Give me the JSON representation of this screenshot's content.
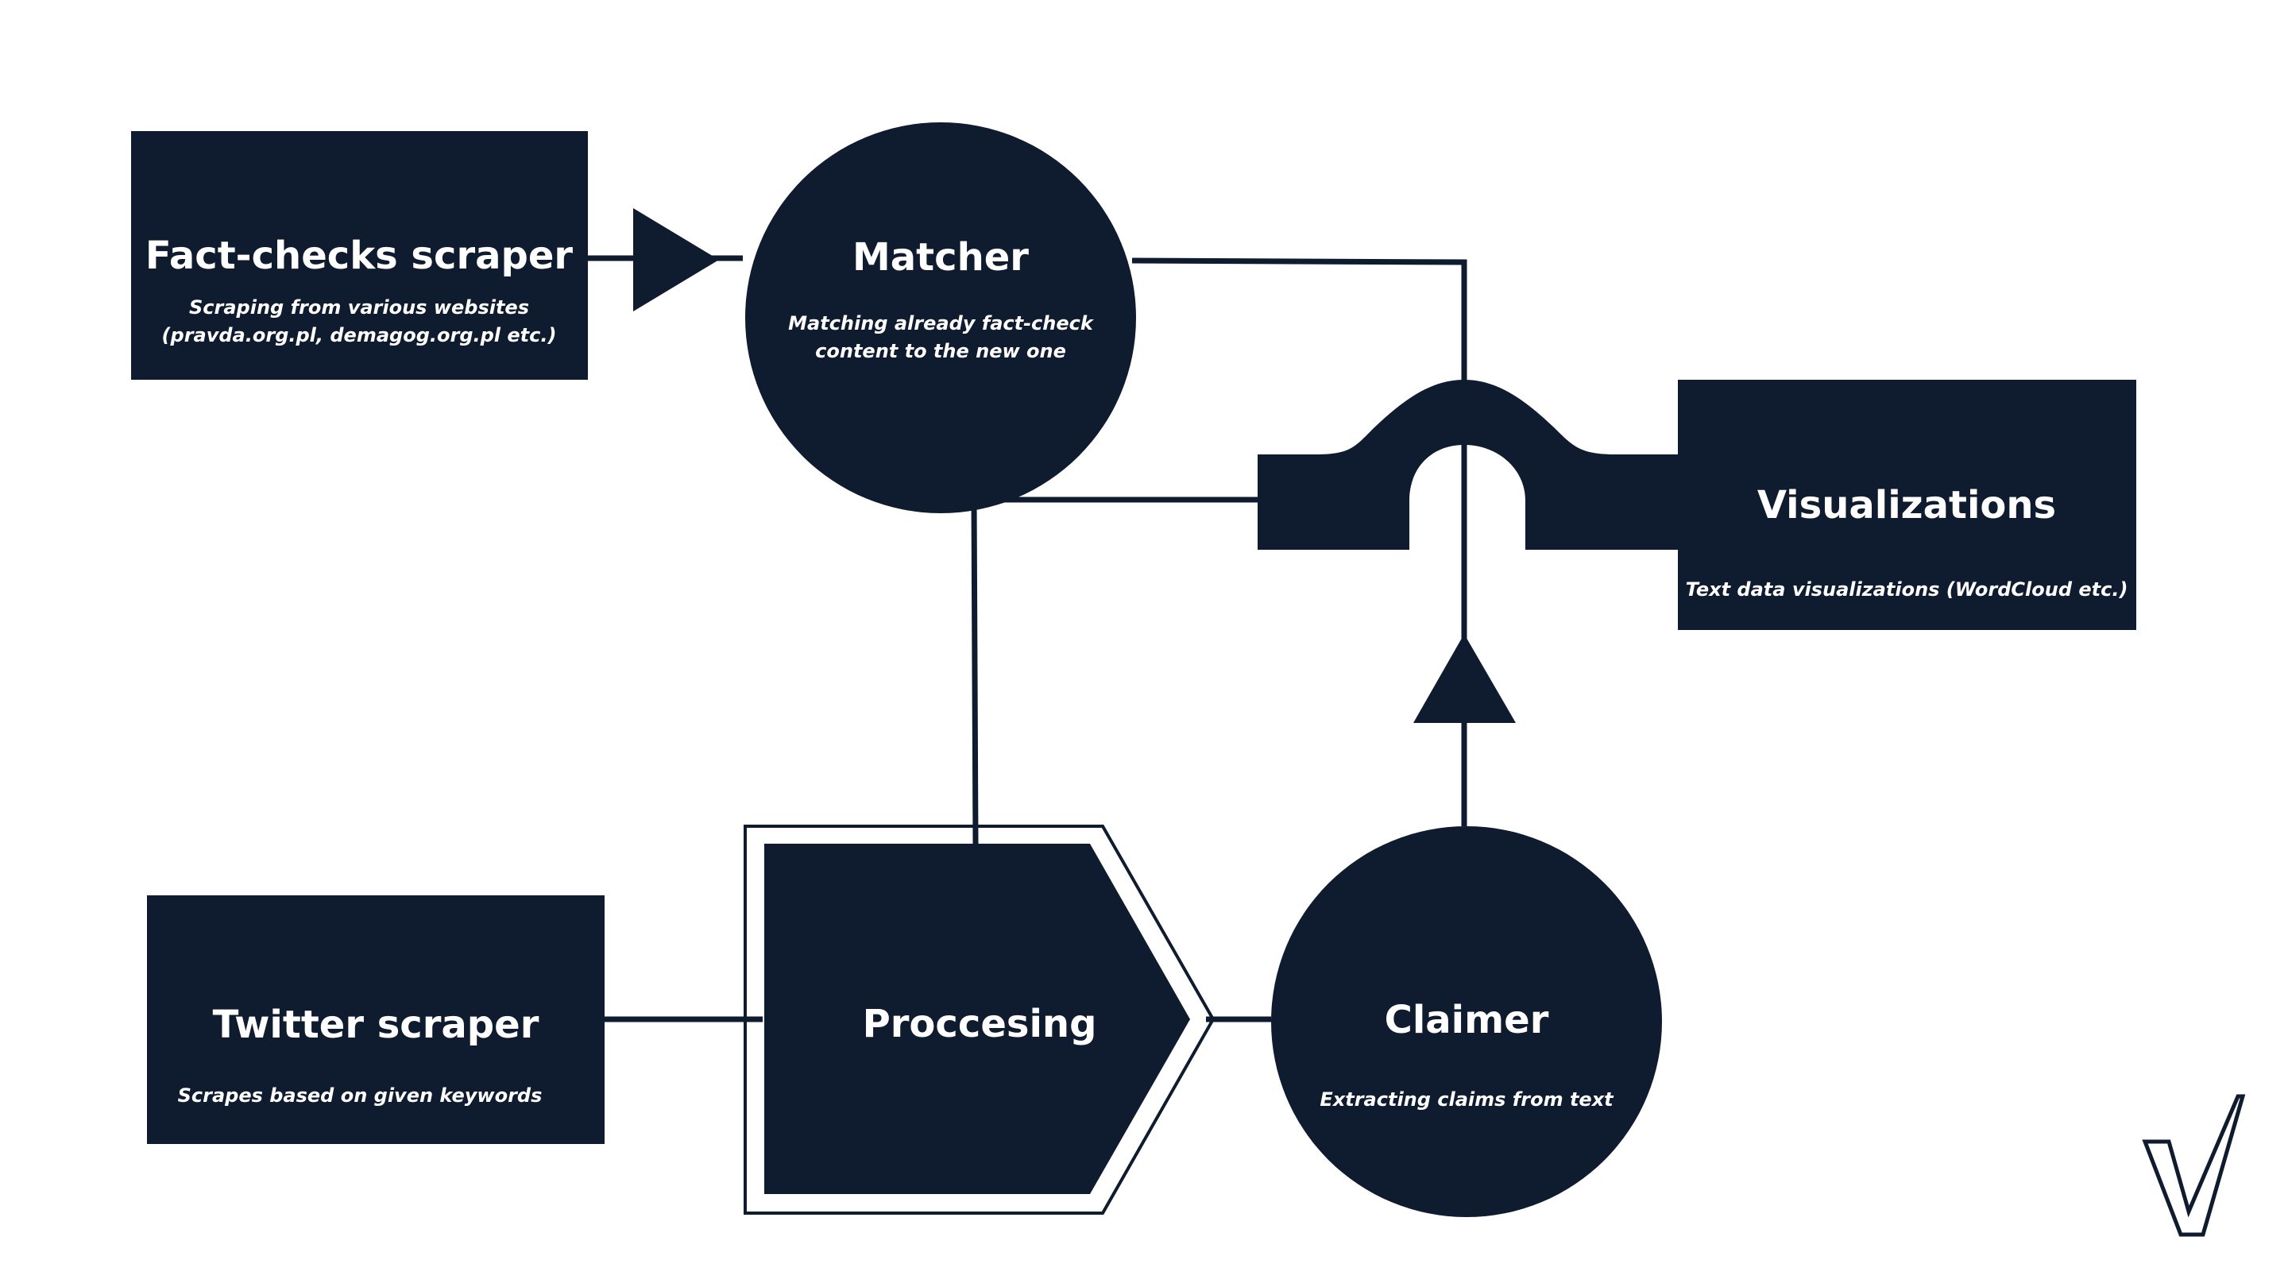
{
  "colors": {
    "navy": "#0f1b2e",
    "white": "#ffffff"
  },
  "nodes": {
    "fact_checks_scraper": {
      "title": "Fact-checks scraper",
      "subtitle_line1": "Scraping from various websites",
      "subtitle_line2": "(pravda.org.pl, demagog.org.pl etc.)"
    },
    "matcher": {
      "title": "Matcher",
      "subtitle_line1": "Matching already fact-check",
      "subtitle_line2": "content to the new one"
    },
    "visualizations": {
      "title": "Visualizations",
      "subtitle_line1": "Text data visualizations (WordCloud etc.)"
    },
    "twitter_scraper": {
      "title": "Twitter scraper",
      "subtitle_line1": "Scrapes based on given keywords"
    },
    "processing": {
      "title": "Proccesing"
    },
    "claimer": {
      "title": "Claimer",
      "subtitle_line1": "Extracting claims from text"
    }
  },
  "icons": {
    "logo": "checkmark-logo-icon"
  }
}
